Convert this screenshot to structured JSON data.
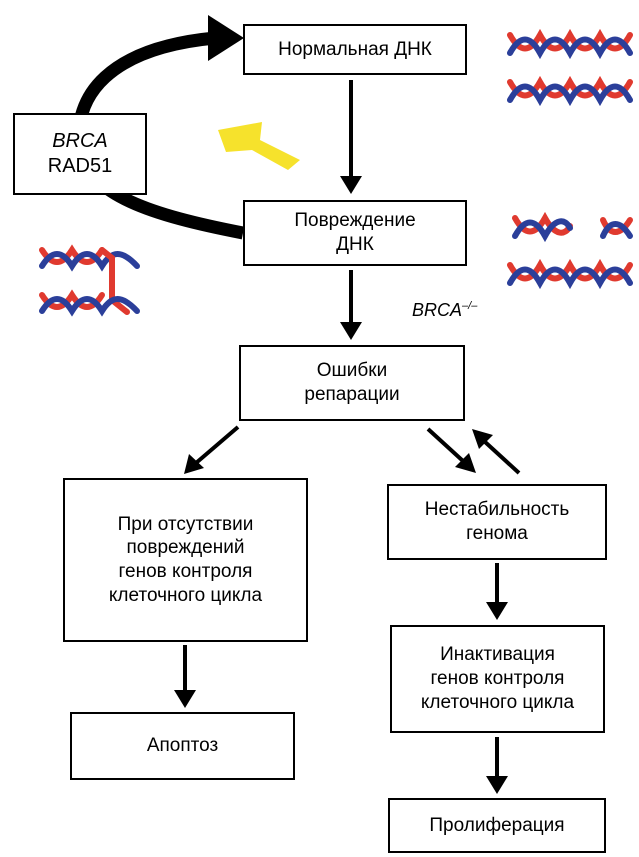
{
  "nodes": {
    "normal_dna": "Нормальная ДНК",
    "dna_damage_line1": "Повреждение",
    "dna_damage_line2": "ДНК",
    "repair_errors_line1": "Ошибки",
    "repair_errors_line2": "репарации",
    "no_damage_line1": "При отсутствии",
    "no_damage_line2": "повреждений",
    "no_damage_line3": "генов контроля",
    "no_damage_line4": "клеточного цикла",
    "genome_instability_line1": "Нестабильность",
    "genome_instability_line2": "генома",
    "inactivation_line1": "Инактивация",
    "inactivation_line2": "генов контроля",
    "inactivation_line3": "клеточного цикла",
    "apoptosis": "Апоптоз",
    "proliferation": "Пролиферация"
  },
  "repair_box": {
    "gene": "BRCA",
    "protein": "RAD51"
  },
  "brca_label": {
    "gene": "BRCA",
    "genotype": "–/–"
  },
  "icons": [
    "dna-helix-icon",
    "lightning-icon",
    "broken-dna-icon",
    "rearranged-dna-icon"
  ],
  "colors": {
    "dna_red": "#e03a2f",
    "dna_blue": "#2b3f9a",
    "lightning": "#f5e021"
  }
}
